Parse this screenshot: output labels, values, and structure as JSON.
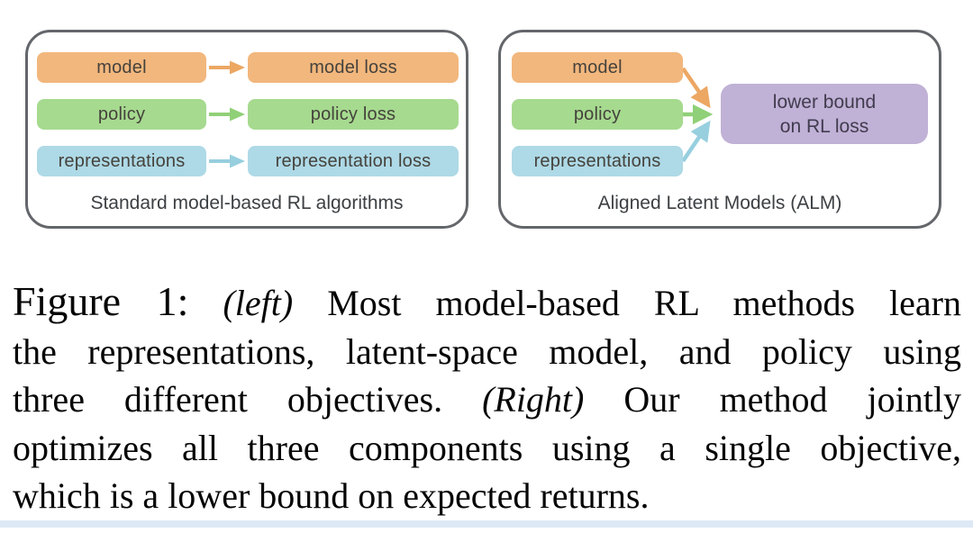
{
  "figure": {
    "left_panel": {
      "caption": "Standard model-based RL algorithms",
      "rows": [
        {
          "label": "model",
          "loss_label": "model loss"
        },
        {
          "label": "policy",
          "loss_label": "policy loss"
        },
        {
          "label": "representations",
          "loss_label": "representation loss"
        }
      ]
    },
    "right_panel": {
      "caption": "Aligned Latent Models (ALM)",
      "rows": [
        {
          "label": "model"
        },
        {
          "label": "policy"
        },
        {
          "label": "representations"
        }
      ],
      "target_box": {
        "line1": "lower bound",
        "line2": "on RL loss"
      }
    },
    "colors": {
      "model": "#f2b77d",
      "policy": "#a6da8f",
      "representations": "#aed9e6",
      "lower_bound": "#c0b1d6",
      "panel_border": "#63666a",
      "arrow_model": "#eca763",
      "arrow_policy": "#90d078",
      "arrow_representations": "#97cfdf"
    }
  },
  "caption": {
    "label": "Figure 1:",
    "line1_left_tag": "(left)",
    "line1_text": " Most model-based RL methods learn",
    "line2_text": "the representations, latent-space model, and policy using",
    "line3_text_a": "three different objectives. ",
    "line3_right_tag": "(Right)",
    "line3_text_b": " Our method jointly",
    "line4_text": "optimizes all three components using a single objective,",
    "line5_text": "which is a lower bound on expected returns."
  }
}
